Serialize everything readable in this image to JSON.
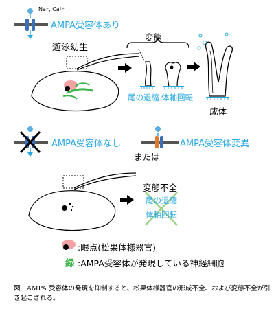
{
  "top": {
    "ions": "Na⁺, Ca²⁺",
    "receptor_label": "AMPA受容体あり"
  },
  "stages": {
    "larva": "遊泳幼生",
    "metamorphosis": "変態",
    "tail_regression": "尾の退縮",
    "body_axis_rotation": "体軸回転",
    "adult": "成体"
  },
  "middle": {
    "no_receptor": "AMPA受容体なし",
    "or": "または",
    "mutant_receptor": "AMPA受容体変異"
  },
  "bottom": {
    "incomplete": "変態不全",
    "tail_regression": "尾の退縮",
    "body_axis_rotation": "体軸回転"
  },
  "legend": {
    "eyespot": ":眼点(松果体様器官)",
    "green_symbol": "緑",
    "green_desc": ":AMPA受容体が発現している神経細胞"
  },
  "caption": "図　AMPA 受容体の発現を抑制すると、松果体様器官の形成不全、および変態不全が引き起こされる。",
  "colors": {
    "cyan": "#29a8e0",
    "green": "#3cb54a",
    "pink": "#f3a3a6",
    "receptor_blue": "#3b6fb6",
    "mutant_orange": "#e07a2c"
  }
}
